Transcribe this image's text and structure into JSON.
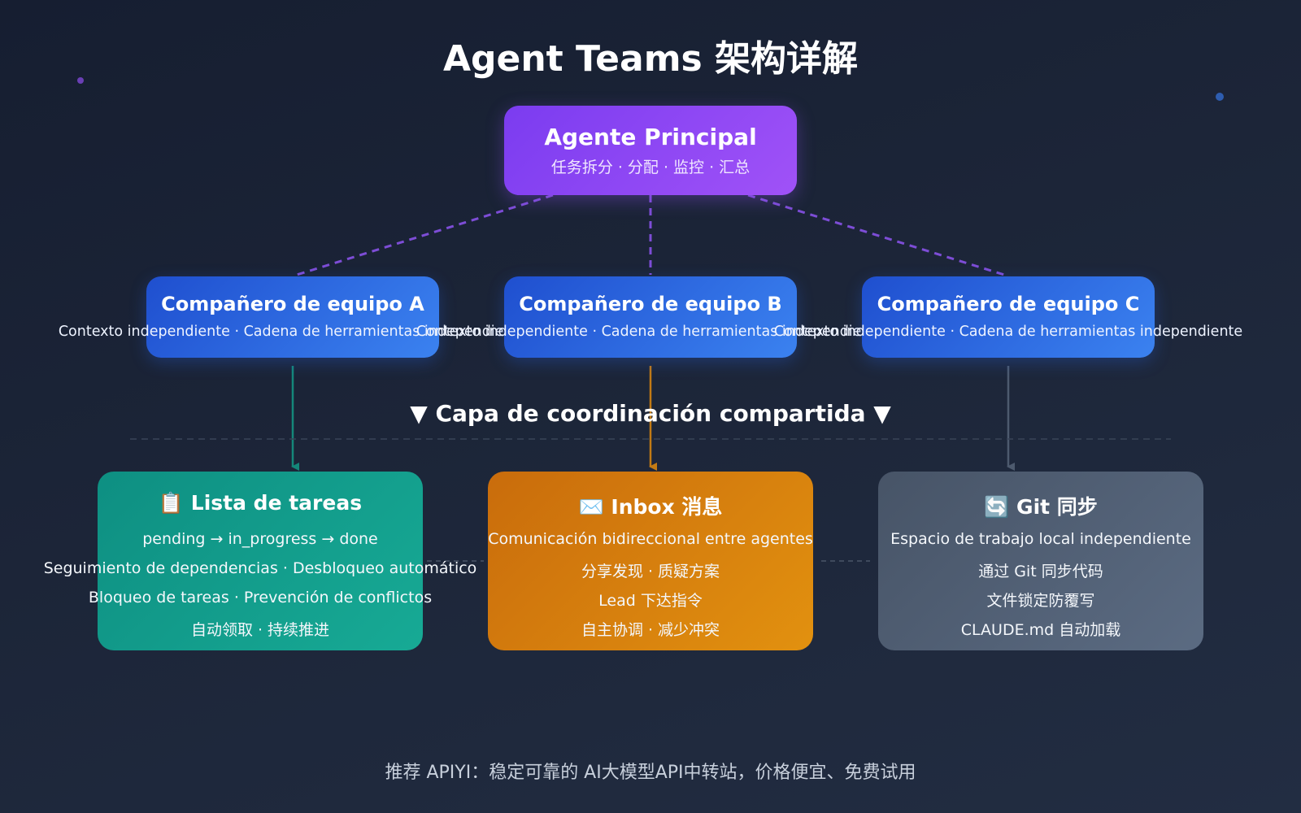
{
  "title": "Agent Teams 架构详解",
  "lead": {
    "name": "Agente Principal",
    "desc": "任务拆分 · 分配 · 监控 · 汇总"
  },
  "teammates": [
    {
      "name": "Compañero de equipo A",
      "desc": "Contexto independiente · Cadena de herramientas independiente"
    },
    {
      "name": "Compañero de equipo B",
      "desc": "Contexto independiente · Cadena de herramientas independiente"
    },
    {
      "name": "Compañero de equipo C",
      "desc": "Contexto independiente · Cadena de herramientas independiente"
    }
  ],
  "layer_title": "▼ Capa de coordinación compartida ▼",
  "cards": [
    {
      "icon": "clipboard-icon",
      "icon_glyph": "📋",
      "name": "Lista de tareas",
      "lines": [
        "pending → in_progress → done",
        "Seguimiento de dependencias · Desbloqueo automático",
        "Bloqueo de tareas · Prevención de conflictos",
        "自动领取 · 持续推进"
      ]
    },
    {
      "icon": "envelope-icon",
      "icon_glyph": "✉️",
      "name": "Inbox 消息",
      "lines": [
        "Comunicación bidireccional entre agentes",
        "分享发现 · 质疑方案",
        "Lead 下达指令",
        "自主协调 · 减少冲突"
      ]
    },
    {
      "icon": "sync-icon",
      "icon_glyph": "🔄",
      "name": "Git 同步",
      "lines": [
        "Espacio de trabajo local independiente",
        "通过 Git 同步代码",
        "文件锁定防覆写",
        "CLAUDE.md 自动加载"
      ]
    }
  ],
  "footer": "推荐 APIYI：稳定可靠的 AI大模型API中转站，价格便宜、免费试用",
  "colors": {
    "lead": "#8b45f5",
    "teammate": "#2f6ce0",
    "tasks": "#13a08d",
    "inbox": "#d9820e",
    "git": "#52627a",
    "lead_link": "#7d4dd6",
    "tasks_arrow": "#14877a",
    "inbox_arrow": "#c27a14",
    "git_arrow": "#4d5a6e"
  }
}
